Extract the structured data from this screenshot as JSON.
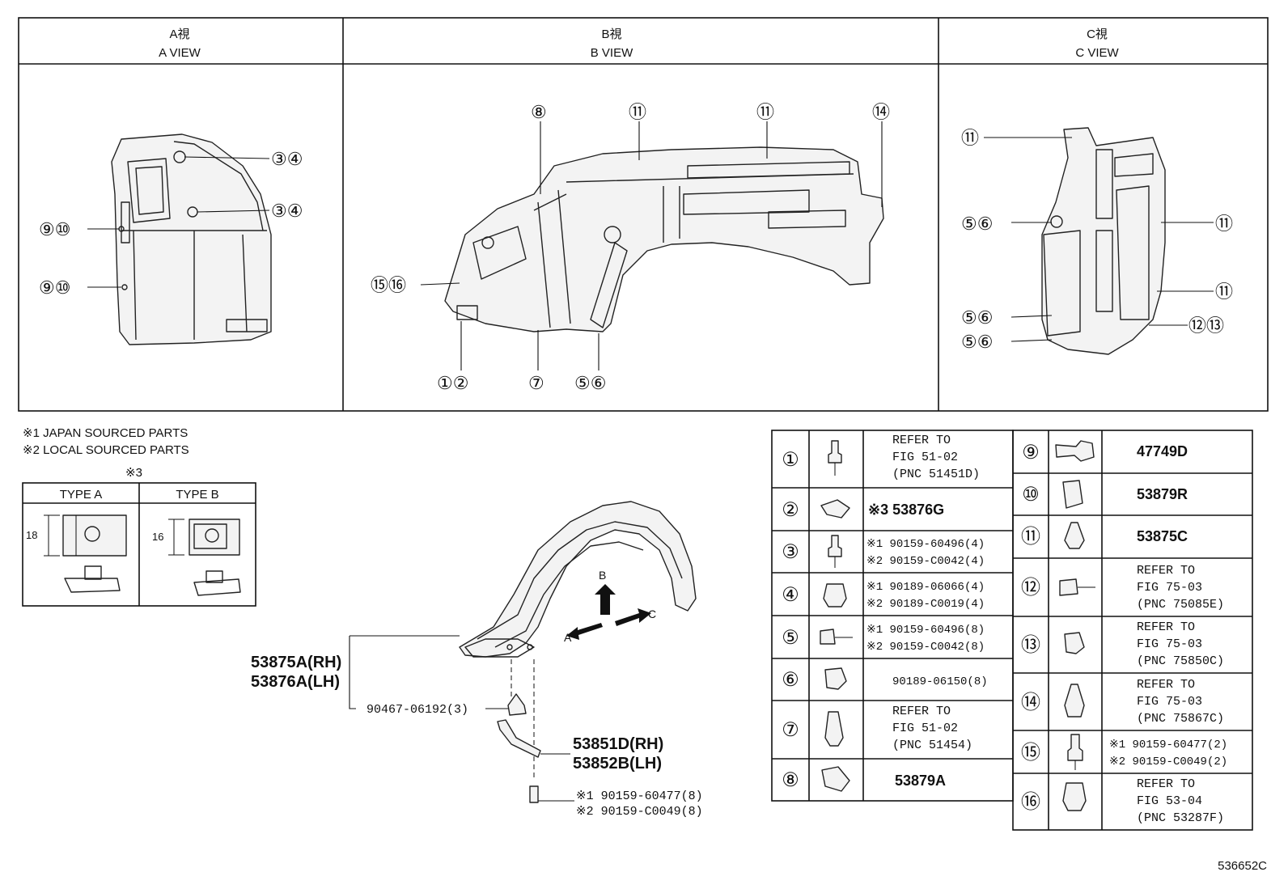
{
  "views": [
    {
      "title_ja": "A視",
      "title_en": "A VIEW"
    },
    {
      "title_ja": "B視",
      "title_en": "B VIEW"
    },
    {
      "title_ja": "C視",
      "title_en": "C VIEW"
    }
  ],
  "notes": {
    "note1": "※1 JAPAN SOURCED PARTS",
    "note2": "※2 LOCAL SOURCED PARTS",
    "note3_mark": "※3",
    "type_a": "TYPE A",
    "type_b": "TYPE B",
    "dim_a": "18",
    "dim_b": "16"
  },
  "callouts": {
    "c1": "①②",
    "c2": "③④",
    "c3": "⑤⑥",
    "c4": "⑨⑩",
    "c5": "⑪",
    "c6": "⑫⑬",
    "c7": "⑮⑯",
    "c8": "⑦",
    "c9": "⑧",
    "c10": "⑭"
  },
  "main": {
    "liner_rh": "53875A(RH)",
    "liner_lh": "53876A(LH)",
    "clip": "90467-06192(3)",
    "bracket_rh": "53851D(RH)",
    "bracket_lh": "53852B(LH)",
    "screw1": "※1 90159-60477(8)",
    "screw2": "※2 90159-C0049(8)",
    "arrow_a": "A",
    "arrow_b": "B",
    "arrow_c": "C"
  },
  "table": {
    "left": [
      {
        "num": "①",
        "lines": [
          "REFER TO",
          "FIG 51-02",
          "(PNC 51451D)"
        ]
      },
      {
        "num": "②",
        "lines": [
          "※3 53876G"
        ]
      },
      {
        "num": "③",
        "lines": [
          "※1 90159-60496(4)",
          "※2 90159-C0042(4)"
        ]
      },
      {
        "num": "④",
        "lines": [
          "※1 90189-06066(4)",
          "※2 90189-C0019(4)"
        ]
      },
      {
        "num": "⑤",
        "lines": [
          "※1 90159-60496(8)",
          "※2 90159-C0042(8)"
        ]
      },
      {
        "num": "⑥",
        "lines": [
          "90189-06150(8)"
        ]
      },
      {
        "num": "⑦",
        "lines": [
          "REFER TO",
          "FIG 51-02",
          "(PNC 51454)"
        ]
      },
      {
        "num": "⑧",
        "lines": [
          "53879A"
        ]
      }
    ],
    "right": [
      {
        "num": "⑨",
        "lines": [
          "47749D"
        ]
      },
      {
        "num": "⑩",
        "lines": [
          "53879R"
        ]
      },
      {
        "num": "⑪",
        "lines": [
          "53875C"
        ]
      },
      {
        "num": "⑫",
        "lines": [
          "REFER TO",
          "FIG 75-03",
          "(PNC 75085E)"
        ]
      },
      {
        "num": "⑬",
        "lines": [
          "REFER TO",
          "FIG 75-03",
          "(PNC 75850C)"
        ]
      },
      {
        "num": "⑭",
        "lines": [
          "REFER TO",
          "FIG 75-03",
          "(PNC 75867C)"
        ]
      },
      {
        "num": "⑮",
        "lines": [
          "※1 90159-60477(2)",
          "※2 90159-C0049(2)"
        ]
      },
      {
        "num": "⑯",
        "lines": [
          "REFER TO",
          "FIG 53-04",
          "(PNC 53287F)"
        ]
      }
    ]
  },
  "figure_id": "536652C"
}
